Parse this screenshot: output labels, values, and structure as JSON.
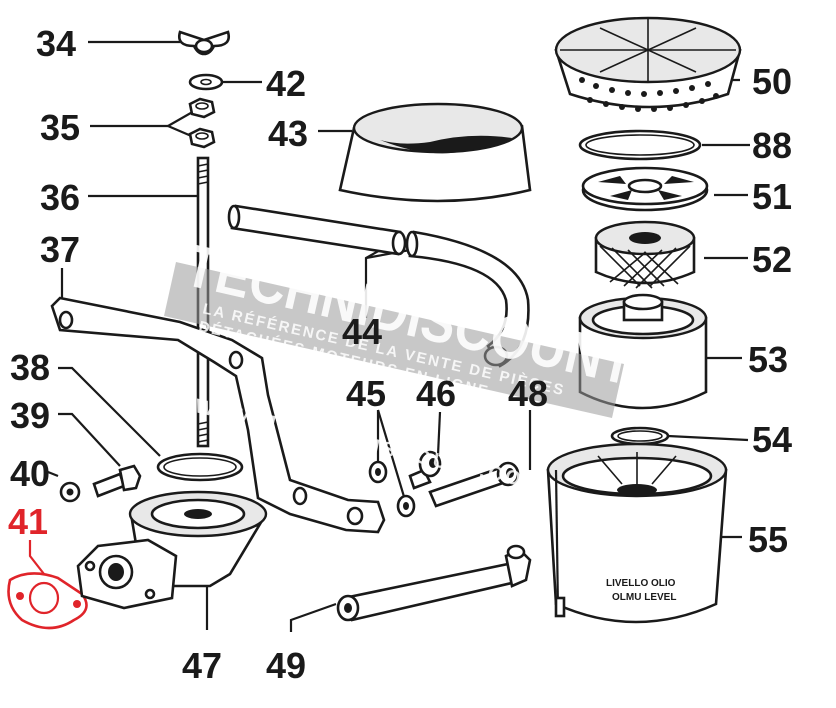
{
  "labels": {
    "p34": "34",
    "p42": "42",
    "p35": "35",
    "p43": "43",
    "p50": "50",
    "p88": "88",
    "p36": "36",
    "p51": "51",
    "p37": "37",
    "p52": "52",
    "p44": "44",
    "p53": "53",
    "p38": "38",
    "p45": "45",
    "p46": "46",
    "p48": "48",
    "p39": "39",
    "p54": "54",
    "p40": "40",
    "p41": "41",
    "p55": "55",
    "p47": "47",
    "p49": "49"
  },
  "highlighted_part": "41",
  "highlight_color": "#e0242a",
  "bowl_marking": {
    "line1": "LIVELLO OLIO",
    "line2": "OLMU  LEVEL"
  },
  "watermark": {
    "brand": "TECHNIDISCOUNT",
    "tagline1": "LA RÉFÉRENCE DE LA VENTE DE PIÈCES",
    "tagline2": "DÉTACHÉES MOTEURS EN LIGNE",
    "url": "WWW.TECHNIDISCOUNT.COM"
  }
}
